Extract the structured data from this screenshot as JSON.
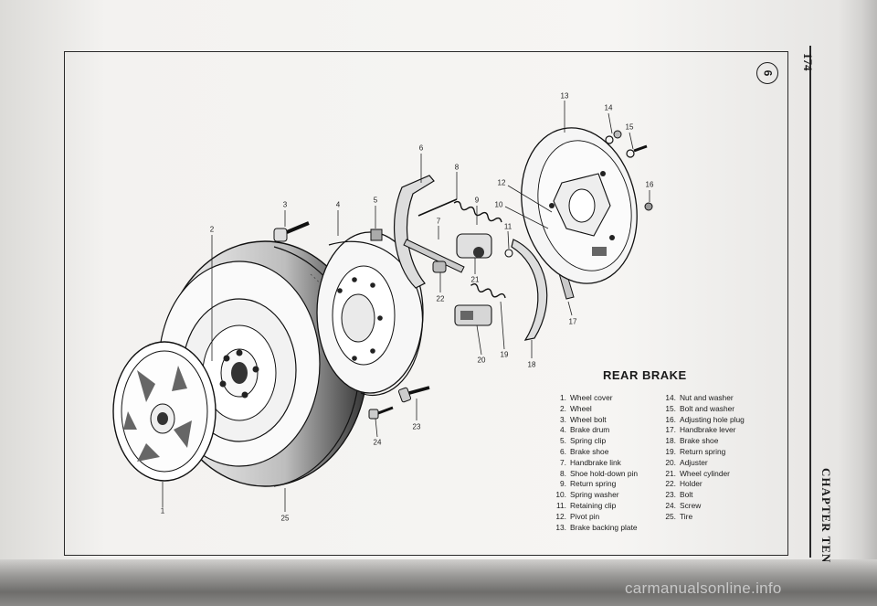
{
  "page_number": "174",
  "chapter_title": "CHAPTER TEN",
  "section_badge": "6",
  "diagram_title": "REAR BRAKE",
  "watermark": "carmanualsonline.info",
  "callouts": [
    {
      "label": "1"
    },
    {
      "label": "2"
    },
    {
      "label": "3"
    },
    {
      "label": "4"
    },
    {
      "label": "5"
    },
    {
      "label": "6"
    },
    {
      "label": "7"
    },
    {
      "label": "8"
    },
    {
      "label": "9"
    },
    {
      "label": "10"
    },
    {
      "label": "11"
    },
    {
      "label": "12"
    },
    {
      "label": "13"
    },
    {
      "label": "14"
    },
    {
      "label": "15"
    },
    {
      "label": "16"
    },
    {
      "label": "17"
    },
    {
      "label": "18"
    },
    {
      "label": "19"
    },
    {
      "label": "20"
    },
    {
      "label": "21"
    },
    {
      "label": "22"
    },
    {
      "label": "23"
    },
    {
      "label": "24"
    },
    {
      "label": "25"
    }
  ],
  "legend_left": [
    {
      "num": "1.",
      "text": "Wheel cover"
    },
    {
      "num": "2.",
      "text": "Wheel"
    },
    {
      "num": "3.",
      "text": "Wheel bolt"
    },
    {
      "num": "4.",
      "text": "Brake drum"
    },
    {
      "num": "5.",
      "text": "Spring clip"
    },
    {
      "num": "6.",
      "text": "Brake shoe"
    },
    {
      "num": "7.",
      "text": "Handbrake link"
    },
    {
      "num": "8.",
      "text": "Shoe hold-down pin"
    },
    {
      "num": "9.",
      "text": "Return spring"
    },
    {
      "num": "10.",
      "text": "Spring washer"
    },
    {
      "num": "11.",
      "text": "Retaining clip"
    },
    {
      "num": "12.",
      "text": "Pivot pin"
    },
    {
      "num": "13.",
      "text": "Brake backing plate"
    }
  ],
  "legend_right": [
    {
      "num": "14.",
      "text": "Nut and washer"
    },
    {
      "num": "15.",
      "text": "Bolt and washer"
    },
    {
      "num": "16.",
      "text": "Adjusting hole plug"
    },
    {
      "num": "17.",
      "text": "Handbrake lever"
    },
    {
      "num": "18.",
      "text": "Brake shoe"
    },
    {
      "num": "19.",
      "text": "Return spring"
    },
    {
      "num": "20.",
      "text": "Adjuster"
    },
    {
      "num": "21.",
      "text": "Wheel cylinder"
    },
    {
      "num": "22.",
      "text": "Holder"
    },
    {
      "num": "23.",
      "text": "Bolt"
    },
    {
      "num": "24.",
      "text": "Screw"
    },
    {
      "num": "25.",
      "text": "Tire"
    }
  ]
}
